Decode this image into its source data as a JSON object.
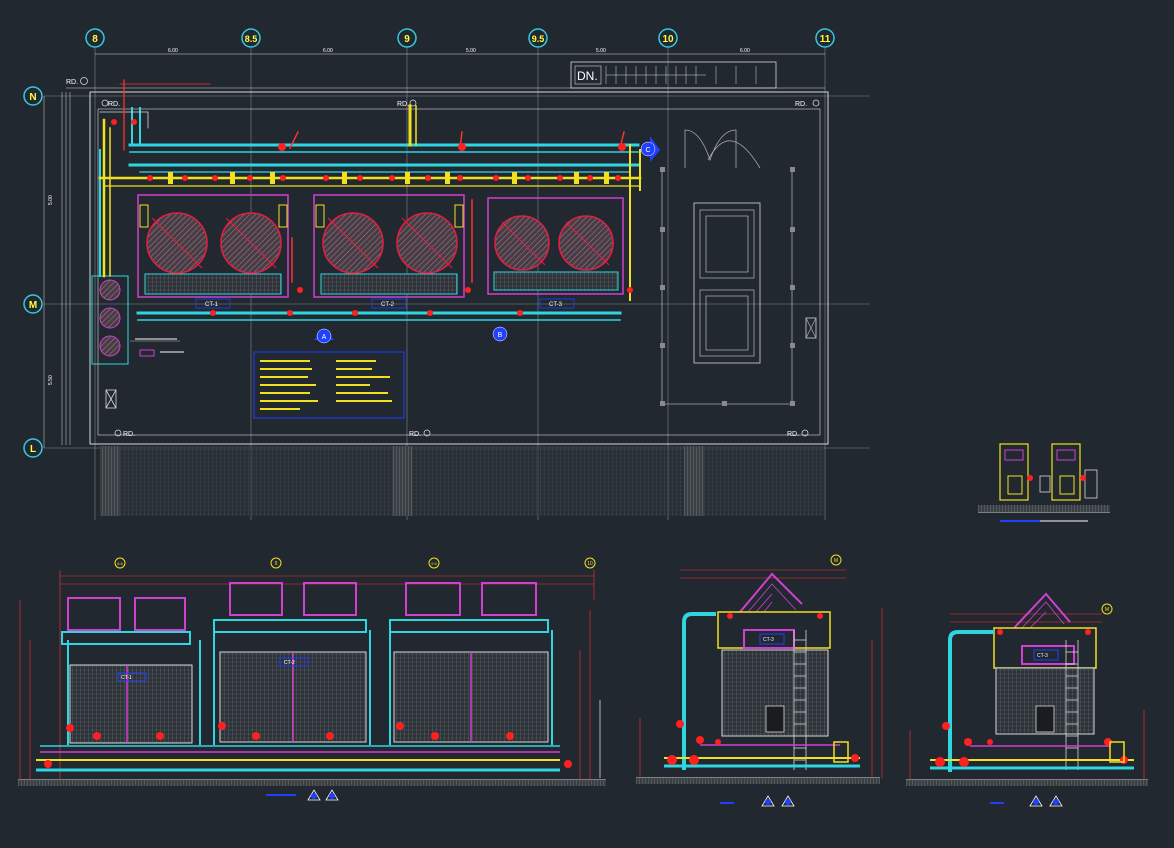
{
  "grid": {
    "columns": [
      "8",
      "8.5",
      "9",
      "9.5",
      "10",
      "11"
    ],
    "column_spacings": [
      "6.00",
      "6.00",
      "5.00",
      "5.00",
      "6.00"
    ],
    "rows": [
      "N",
      "M",
      "L"
    ],
    "row_spacings": [
      "5.00",
      "5.50"
    ]
  },
  "plan": {
    "roof_drain_label": "RD.",
    "stair_label": "DN.",
    "cooling_tower_labels": [
      "CT-1",
      "CT-2",
      "CT-3"
    ],
    "section_markers": [
      "A",
      "B",
      "C"
    ]
  },
  "colors": {
    "background": "#212830",
    "grid_bubble": "#35c9e0",
    "grid_text": "#ffff40",
    "pipe_cyan": "#2fd6df",
    "pipe_yellow": "#f0e020",
    "tower_magenta": "#d040d0",
    "fan_red": "#e02040",
    "valve_red": "#ff2020",
    "legend_blue": "#2040ff",
    "dimension_red": "#ff3030",
    "outline_white": "#d8d8d8",
    "grid_line": "#9aa4ae"
  },
  "elevations": {
    "front_bubbles": [
      "8.5",
      "9",
      "9.5",
      "10"
    ],
    "side_bubble": "M",
    "cooling_tower_labels": [
      "CT-1",
      "CT-2",
      "CT-3",
      "CT-3",
      "CT-3"
    ]
  }
}
